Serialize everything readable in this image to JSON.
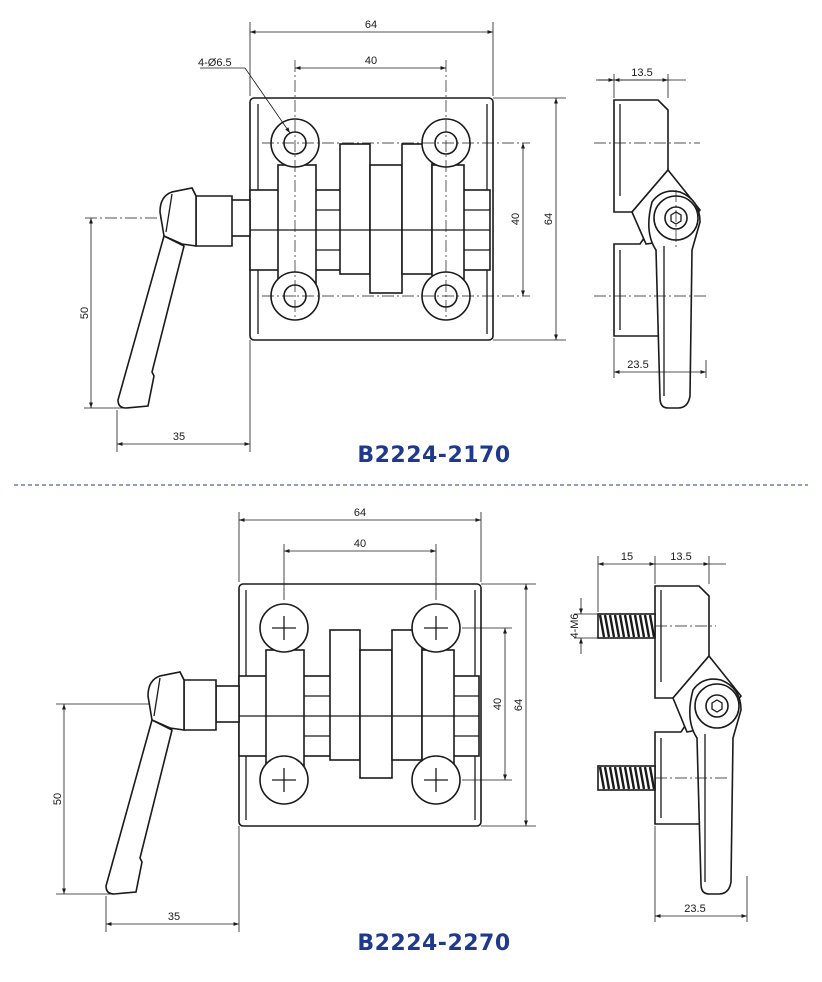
{
  "top": {
    "model": "B2224-2170",
    "dims": {
      "width": "64",
      "hole_pitch": "40",
      "holes": "4-Ø6.5",
      "height": "64",
      "hole_pitch_v": "40",
      "lever_length": "50",
      "lever_offset": "35",
      "side_thickness": "13.5",
      "side_depth": "23.5"
    }
  },
  "bottom": {
    "model": "B2224-2270",
    "dims": {
      "width": "64",
      "hole_pitch": "40",
      "height": "64",
      "hole_pitch_v": "40",
      "lever_length": "50",
      "lever_offset": "35",
      "stud_length": "15",
      "side_thickness": "13.5",
      "thread": "4-M6",
      "side_depth": "23.5"
    }
  },
  "colors": {
    "model_text": "#1f3a8c",
    "separator": "#1f3a8c",
    "line": "#1a1a1a"
  }
}
